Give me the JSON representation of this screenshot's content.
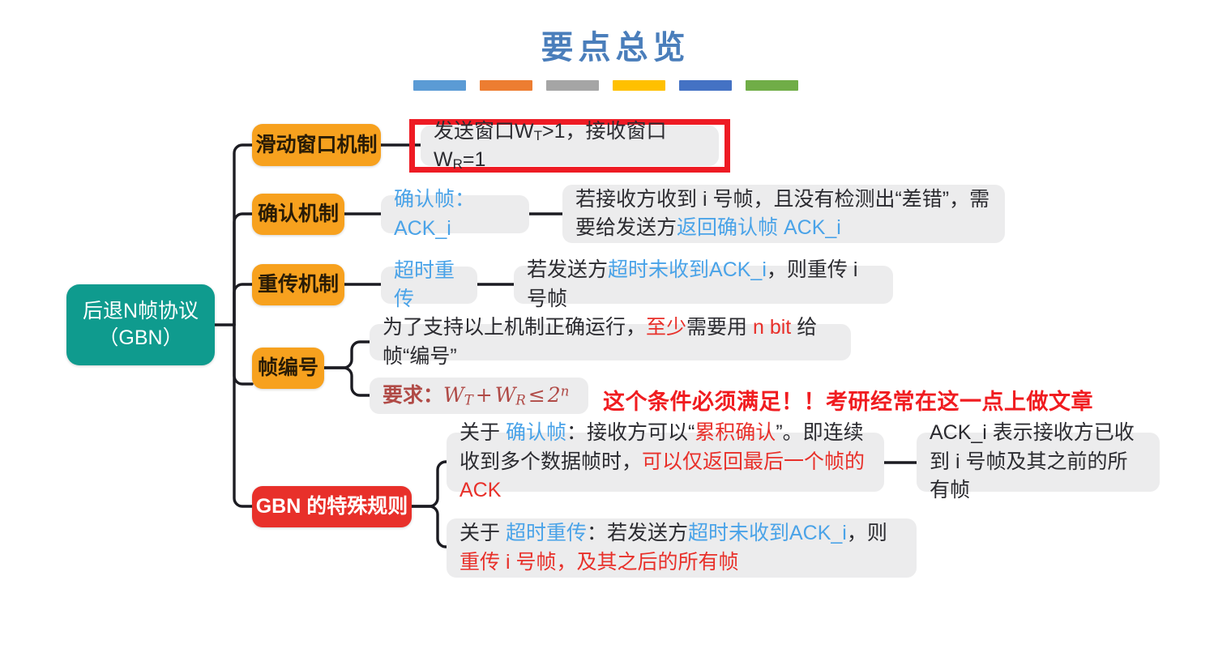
{
  "header": {
    "title": "要点总览",
    "title_color": "#4a7ebb",
    "bar_colors": [
      "#5b9bd5",
      "#ed7d31",
      "#a5a5a5",
      "#ffc000",
      "#4472c4",
      "#70ad47"
    ]
  },
  "mindmap": {
    "root": {
      "label": "后退N帧协议\n（GBN）",
      "color": "#0f9b8e",
      "text_color": "#ffffff"
    },
    "branches": [
      {
        "label": "滑动窗口机制",
        "color": "#f7a11e",
        "detail": {
          "prefix": "发送窗口W",
          "sub1": "T",
          "mid": ">1，接收窗口W",
          "sub2": "R",
          "suffix": "=1"
        },
        "highlighted": true,
        "highlight_color": "#ee1b24"
      },
      {
        "label": "确认机制",
        "color": "#f7a11e",
        "mid_label": "确认帧：ACK_i",
        "detail_parts": [
          {
            "text": "若接收方收到 i 号帧，且没有检测出“差错”，需要给发送方",
            "color": "#2b2b30"
          },
          {
            "text": "返回确认帧 ACK_i",
            "color": "#4aa3e8"
          }
        ]
      },
      {
        "label": "重传机制",
        "color": "#f7a11e",
        "mid_label": "超时重传",
        "detail_parts": [
          {
            "text": "若发送方",
            "color": "#2b2b30"
          },
          {
            "text": "超时未收到ACK_i",
            "color": "#4aa3e8"
          },
          {
            "text": "，则重传 i 号帧",
            "color": "#2b2b30"
          }
        ]
      },
      {
        "label": "帧编号",
        "color": "#f7a11e",
        "detail_parts": [
          {
            "text": "为了支持以上机制正确运行，",
            "color": "#2b2b30"
          },
          {
            "text": "至少",
            "color": "#e8302a"
          },
          {
            "text": "需要用 ",
            "color": "#2b2b30"
          },
          {
            "text": "n bit",
            "color": "#e8302a"
          },
          {
            "text": " 给帧“编号”",
            "color": "#2b2b30"
          }
        ],
        "formula": {
          "label": "要求：",
          "expression": "W_T + W_R ≤ 2^n",
          "lhs1": "W",
          "lhs1_sub": "T",
          "plus": "+",
          "lhs2": "W",
          "lhs2_sub": "R",
          "rel": "≤",
          "rhs": "2",
          "rhs_sup": "n",
          "color": "#b04a46"
        },
        "annotation": {
          "text": "这个条件必须满足！！考研经常在这一点上做文章",
          "color": "#f01c20"
        }
      },
      {
        "label": "GBN 的特殊规则",
        "color": "#e8302a",
        "text_color": "#ffffff",
        "rules": [
          {
            "parts": [
              {
                "text": "关于 ",
                "color": "#2b2b30"
              },
              {
                "text": "确认帧",
                "color": "#4aa3e8"
              },
              {
                "text": "：接收方可以“",
                "color": "#2b2b30"
              },
              {
                "text": "累积确认",
                "color": "#e8302a"
              },
              {
                "text": "”。即连续收到多个数据帧时，",
                "color": "#2b2b30"
              },
              {
                "text": "可以仅返回最后一个帧的ACK",
                "color": "#e8302a"
              }
            ],
            "note": "ACK_i 表示接收方已收到 i 号帧及其之前的所有帧"
          },
          {
            "parts": [
              {
                "text": "关于 ",
                "color": "#2b2b30"
              },
              {
                "text": "超时重传",
                "color": "#4aa3e8"
              },
              {
                "text": "：若发送方",
                "color": "#2b2b30"
              },
              {
                "text": "超时未收到ACK_i",
                "color": "#4aa3e8"
              },
              {
                "text": "，则",
                "color": "#2b2b30"
              },
              {
                "text": "重传 i 号帧，及其之后的所有帧",
                "color": "#e8302a"
              }
            ]
          }
        ]
      }
    ]
  }
}
